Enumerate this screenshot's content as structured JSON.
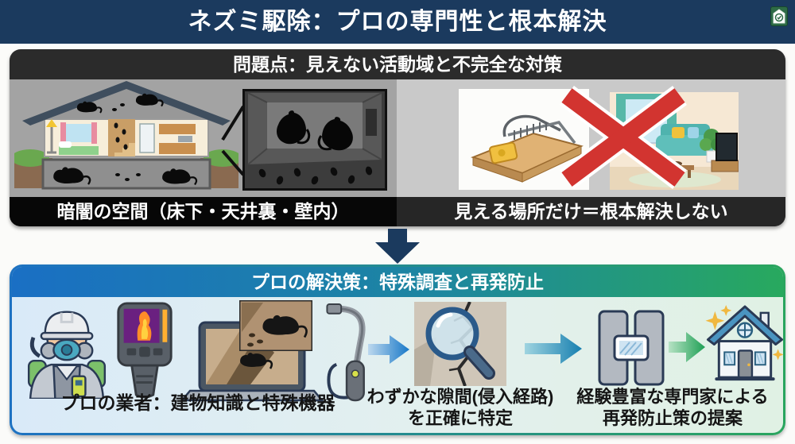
{
  "header": {
    "title": "ネズミ駆除：プロの専門性と根本解決",
    "bg_color": "#1b3a5e",
    "badge_icon": "house-shield-check-icon"
  },
  "problem_section": {
    "title": "問題点：見えない活動域と不完全な対策",
    "header_color": "#2b2b2b",
    "left_panel": {
      "caption": "暗闇の空間（床下・天井裏・壁内）",
      "illustration_icons": [
        "house-cross-section-rats-icon",
        "dark-crawlspace-rats-icon"
      ]
    },
    "right_panel": {
      "caption": "見える場所だけ＝根本解決しない",
      "illustration_icons": [
        "mousetrap-cheese-icon",
        "living-room-icon",
        "red-x-icon"
      ],
      "x_color": "#d23430"
    }
  },
  "flow": {
    "down_arrow_icon": "down-arrow-icon",
    "down_arrow_color": "#1b3a5e"
  },
  "solution_section": {
    "title": "プロの解決策：特殊調査と再発防止",
    "header_gradient": [
      "#1a6fc4",
      "#28a95e"
    ],
    "background_gradient": [
      "#d9eaf8",
      "#e0f1e4"
    ],
    "steps": [
      {
        "caption": "プロの業者：建物知識と特殊機器",
        "illustration_icons": [
          "pest-control-worker-icon",
          "thermal-camera-icon",
          "laptop-rat-screen-icon",
          "rat-photo-icon",
          "endoscope-camera-icon"
        ]
      },
      {
        "caption_line1": "わずかな隙間(侵入経路)",
        "caption_line2": "を正確に特定",
        "illustration_icons": [
          "magnifier-crack-icon"
        ]
      },
      {
        "caption_line1": "経験豊富な専門家による",
        "caption_line2": "再発防止策の提案",
        "illustration_icons": [
          "sealed-wall-panels-icon",
          "clean-house-sparkles-icon"
        ]
      }
    ],
    "arrow_icons": [
      "right-arrow-blue-icon",
      "right-arrow-teal-icon",
      "right-arrow-green-icon"
    ]
  }
}
